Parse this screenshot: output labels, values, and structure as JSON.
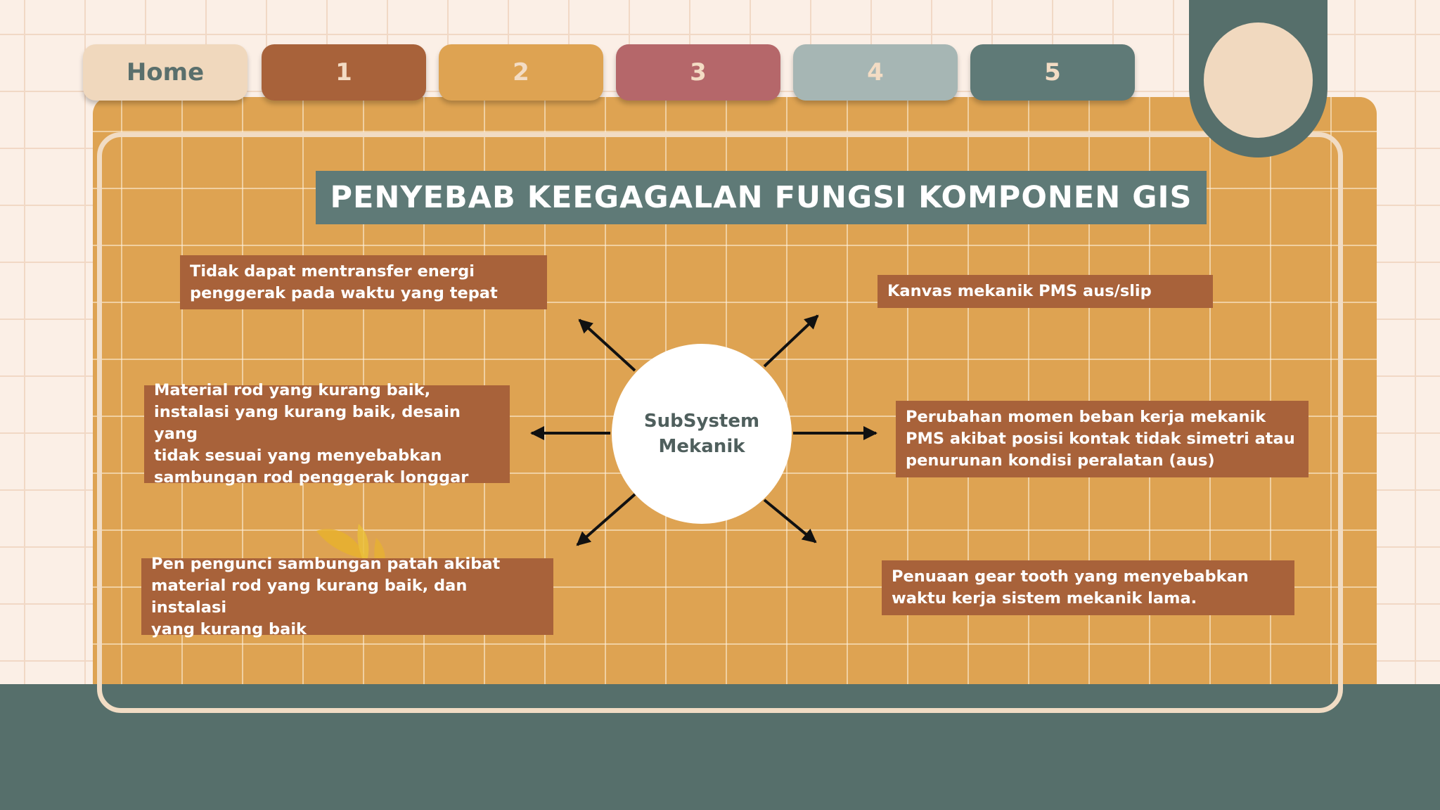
{
  "nav": {
    "home": "Home",
    "tabs": [
      "1",
      "2",
      "3",
      "4",
      "5"
    ]
  },
  "title": "PENYEBAB KEEGAGALAN FUNGSI KOMPONEN GIS",
  "hub": "SubSystem\nMekanik",
  "causes": [
    "Tidak dapat mentransfer energi\npenggerak pada waktu yang tepat",
    "Material rod yang kurang baik,\ninstalasi yang kurang baik, desain yang\ntidak sesuai yang menyebabkan\nsambungan rod penggerak longgar",
    "Pen pengunci sambungan patah akibat\nmaterial rod yang kurang baik, dan instalasi\nyang kurang baik",
    "Kanvas mekanik PMS aus/slip",
    "Perubahan momen beban kerja mekanik\nPMS akibat posisi kontak tidak simetri atau\npenurunan kondisi peralatan (aus)",
    "Penuaan gear tooth yang menyebabkan\nwaktu kerja sistem mekanik lama."
  ],
  "colors": {
    "background": "#fbefe6",
    "panel": "#dea352",
    "teal": "#566f6b",
    "title_bar": "#5f7a77",
    "cause_box": "#a8623a",
    "tab_home": "#f0d8bd",
    "tab_1": "#a8623a",
    "tab_2": "#dea352",
    "tab_3": "#b5676a",
    "tab_4": "#a6b6b4",
    "tab_5": "#5f7a77"
  },
  "icons": [
    "arrow-icon",
    "leaf-decoration"
  ]
}
